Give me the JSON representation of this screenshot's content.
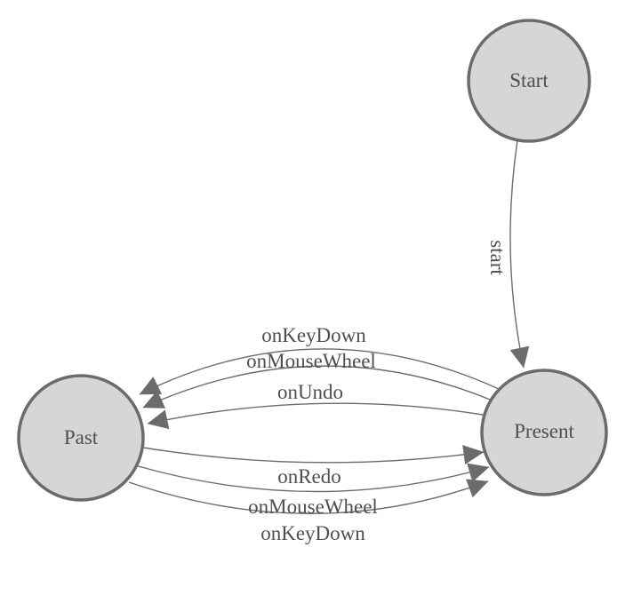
{
  "diagram": {
    "type": "state-machine",
    "nodes": [
      {
        "id": "start",
        "label": "Start"
      },
      {
        "id": "past",
        "label": "Past"
      },
      {
        "id": "present",
        "label": "Present"
      }
    ],
    "edges": [
      {
        "from": "Start",
        "to": "Present",
        "label": "start"
      },
      {
        "from": "Present",
        "to": "Past",
        "label": "onKeyDown"
      },
      {
        "from": "Present",
        "to": "Past",
        "label": "onMouseWheel"
      },
      {
        "from": "Present",
        "to": "Past",
        "label": "onUndo"
      },
      {
        "from": "Past",
        "to": "Present",
        "label": "onRedo"
      },
      {
        "from": "Past",
        "to": "Present",
        "label": "onMouseWheel"
      },
      {
        "from": "Past",
        "to": "Present",
        "label": "onKeyDown"
      }
    ],
    "colors": {
      "node_fill": "#d6d6d6",
      "node_stroke": "#6b6b6b",
      "edge_stroke": "#6b6b6b",
      "arrow_fill": "#6b6b6b",
      "label_text": "#4f4f4f",
      "background": "#ffffff"
    }
  }
}
